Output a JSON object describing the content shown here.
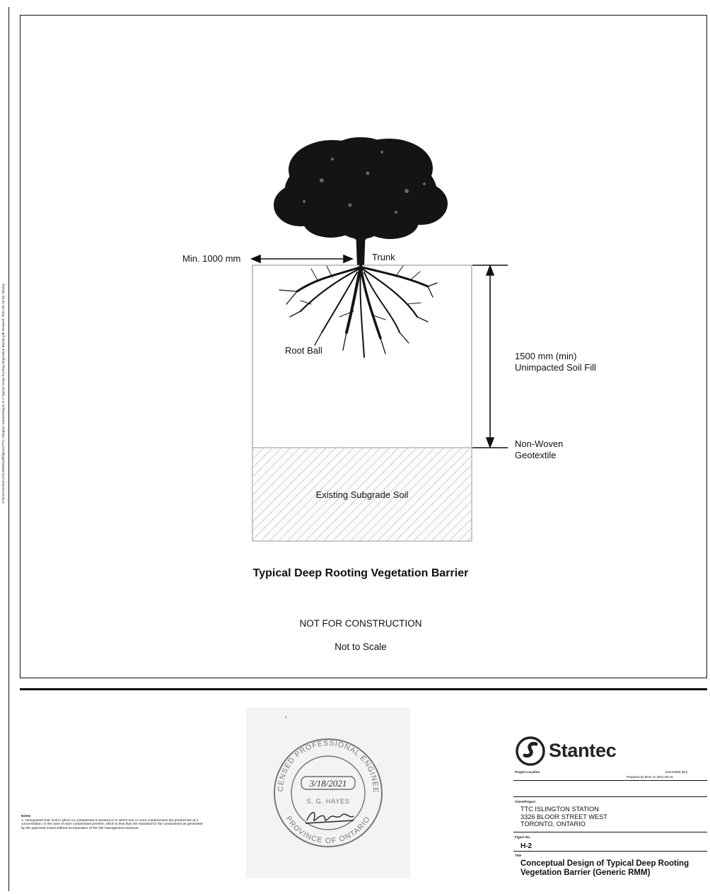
{
  "sidebar": {
    "path_text": "V:\\01614\\active\\122140505\\pdf\\figures\\TTC Islington Station\\Figure H-2 Typical Deep Rooting Vegetation Barrier.pdf  Revised: 2021-05-18  By: Bexley"
  },
  "diagram": {
    "min_label": "Min. 1000 mm",
    "trunk_label": "Trunk",
    "rootball_label": "Root Ball",
    "depth_label_1": "1500 mm (min)",
    "depth_label_2": "Unimpacted Soil Fill",
    "geotextile_label_1": "Non-Woven",
    "geotextile_label_2": "Geotextile",
    "subgrade_label": "Existing Subgrade Soil",
    "title": "Typical Deep Rooting Vegetation Barrier",
    "construction_note": "NOT FOR CONSTRUCTION",
    "scale_note": "Not to Scale"
  },
  "stamp": {
    "ring_text_top": "LICENSED PROFESSIONAL ENGINEER",
    "ring_text_bottom": "PROVINCE OF ONTARIO",
    "date": "3/18/2021",
    "name": "S. G. HAYES"
  },
  "notes": {
    "heading": "Notes",
    "text": "1. Unimpacted Soil: Soil in which no contaminant is present or in which one or more contaminants are present but at a concentration, in the case of each contaminant present, which is less than the standard for the contaminant as generated by the approved model without incorporation of the risk management measure"
  },
  "title_block": {
    "company": "Stantec",
    "project_location_label": "Project Location",
    "project_number": "122140505  (Bri)",
    "prepared_by": "Prepared by BVD on 2021-05-18",
    "client_project_label": "Client/Project",
    "client_line_1": "TTC ISLINGTON STATION",
    "client_line_2": "3326 BLOOR STREET WEST",
    "client_line_3": "TORONTO, ONTARIO",
    "figure_no_label": "Figure No.",
    "figure_no": "H-2",
    "title_label": "Title",
    "title": "Conceptual Design of Typical Deep Rooting Vegetation Barrier (Generic RMM)"
  }
}
